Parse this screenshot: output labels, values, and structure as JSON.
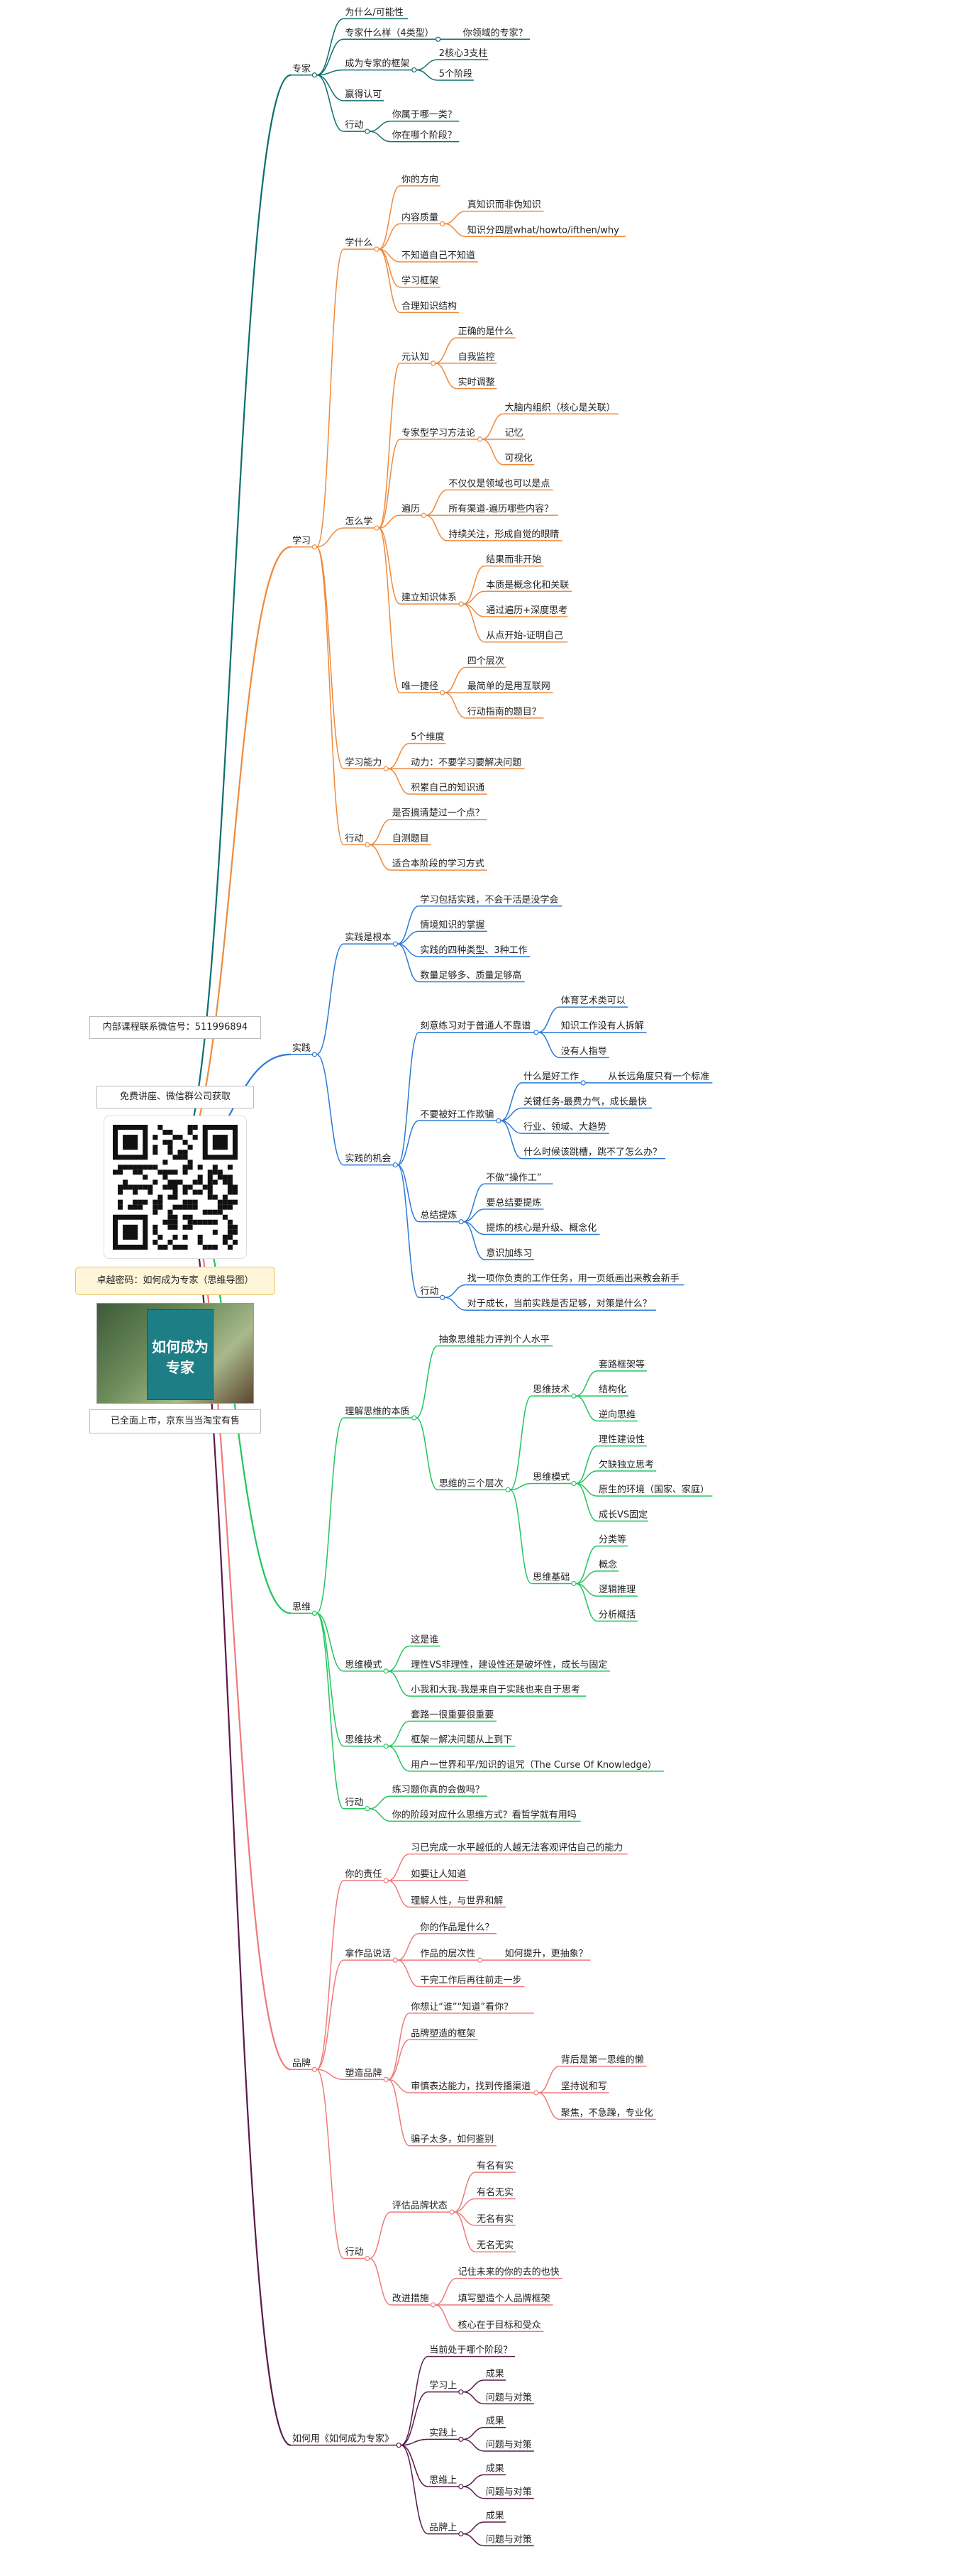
{
  "promo": {
    "contact": "内部课程联系微信号：511996894",
    "free_info": "免费讲座、微信群公司获取",
    "password": "卓越密码：如何成为专家（思维导图）",
    "sale": "已全面上市，京东当当淘宝有售",
    "book_title": "如何成为专家"
  },
  "colors": {
    "expert": "#0e6e6e",
    "learn": "#ef8a3c",
    "practice": "#2a7ad6",
    "think": "#22c55e",
    "brand": "#ef7a7a",
    "howto": "#5a1a4a"
  },
  "branches": [
    {
      "key": "expert",
      "label": "专家",
      "children": [
        {
          "label": "为什么/可能性"
        },
        {
          "label": "专家什么样（4类型）",
          "children": [
            {
              "label": "你领域的专家？"
            }
          ]
        },
        {
          "label": "成为专家的框架",
          "children": [
            {
              "label": "2核心3支柱"
            },
            {
              "label": "5个阶段"
            }
          ]
        },
        {
          "label": "赢得认可"
        },
        {
          "label": "行动",
          "children": [
            {
              "label": "你属于哪一类？"
            },
            {
              "label": "你在哪个阶段？"
            }
          ]
        }
      ]
    },
    {
      "key": "learn",
      "label": "学习",
      "children": [
        {
          "label": "学什么",
          "children": [
            {
              "label": "你的方向"
            },
            {
              "label": "内容质量",
              "children": [
                {
                  "label": "真知识而非伪知识"
                },
                {
                  "label": "知识分四层what/howto/ifthen/why"
                }
              ]
            },
            {
              "label": "不知道自己不知道"
            },
            {
              "label": "学习框架"
            },
            {
              "label": "合理知识结构"
            }
          ]
        },
        {
          "label": "怎么学",
          "children": [
            {
              "label": "元认知",
              "children": [
                {
                  "label": "正确的是什么"
                },
                {
                  "label": "自我监控"
                },
                {
                  "label": "实时调整"
                }
              ]
            },
            {
              "label": "专家型学习方法论",
              "children": [
                {
                  "label": "大脑内组织（核心是关联）"
                },
                {
                  "label": "记忆"
                },
                {
                  "label": "可视化"
                }
              ]
            },
            {
              "label": "遍历",
              "children": [
                {
                  "label": "不仅仅是领域也可以是点"
                },
                {
                  "label": "所有渠道-遍历哪些内容？"
                },
                {
                  "label": "持续关注，形成自觉的眼睛"
                }
              ]
            },
            {
              "label": "建立知识体系",
              "children": [
                {
                  "label": "结果而非开始"
                },
                {
                  "label": "本质是概念化和关联"
                },
                {
                  "label": "通过遍历+深度思考"
                },
                {
                  "label": "从点开始-证明自己"
                }
              ]
            },
            {
              "label": "唯一捷径",
              "children": [
                {
                  "label": "四个层次"
                },
                {
                  "label": "最简单的是用互联网"
                },
                {
                  "label": "行动指南的题目？"
                }
              ]
            }
          ]
        },
        {
          "label": "学习能力",
          "children": [
            {
              "label": "5个维度"
            },
            {
              "label": "动力：不要学习要解决问题"
            },
            {
              "label": "积累自己的知识通"
            }
          ]
        },
        {
          "label": "行动",
          "children": [
            {
              "label": "是否搞清楚过一个点？"
            },
            {
              "label": "自测题目"
            },
            {
              "label": "适合本阶段的学习方式"
            }
          ]
        }
      ]
    },
    {
      "key": "practice",
      "label": "实践",
      "children": [
        {
          "label": "实践是根本",
          "children": [
            {
              "label": "学习包括实践，不会干活是没学会"
            },
            {
              "label": "情境知识的掌握"
            },
            {
              "label": "实践的四种类型、3种工作"
            },
            {
              "label": "数量足够多、质量足够高"
            }
          ]
        },
        {
          "label": "实践的机会",
          "children": [
            {
              "label": "刻意练习对于普通人不靠谱",
              "children": [
                {
                  "label": "体育艺术类可以"
                },
                {
                  "label": "知识工作没有人拆解"
                },
                {
                  "label": "没有人指导"
                }
              ]
            },
            {
              "label": "不要被好工作欺骗",
              "children": [
                {
                  "label": "什么是好工作",
                  "children": [
                    {
                      "label": "从长远角度只有一个标准"
                    }
                  ]
                },
                {
                  "label": "关键任务-最费力气，成长最快"
                },
                {
                  "label": "行业、领域、大趋势"
                },
                {
                  "label": "什么时候该跳槽，跳不了怎么办？"
                }
              ]
            },
            {
              "label": "总结提炼",
              "children": [
                {
                  "label": "不做“操作工”"
                },
                {
                  "label": "要总结要提炼"
                },
                {
                  "label": "提炼的核心是升级、概念化"
                },
                {
                  "label": "意识加练习"
                }
              ]
            },
            {
              "label": "行动",
              "children": [
                {
                  "label": "找一项你负责的工作任务，用一页纸画出来教会新手"
                },
                {
                  "label": "对于成长，当前实践是否足够，对策是什么？"
                }
              ]
            }
          ]
        }
      ]
    },
    {
      "key": "think",
      "label": "思维",
      "children": [
        {
          "label": "理解思维的本质",
          "children": [
            {
              "label": "抽象思维能力评判个人水平"
            },
            {
              "label": "思维的三个层次",
              "children": [
                {
                  "label": "思维技术",
                  "children": [
                    {
                      "label": "套路框架等"
                    },
                    {
                      "label": "结构化"
                    },
                    {
                      "label": "逆向思维"
                    }
                  ]
                },
                {
                  "label": "思维模式",
                  "children": [
                    {
                      "label": "理性建设性"
                    },
                    {
                      "label": "欠缺独立思考"
                    },
                    {
                      "label": "原生的环境（国家、家庭）"
                    },
                    {
                      "label": "成长VS固定"
                    }
                  ]
                },
                {
                  "label": "思维基础",
                  "children": [
                    {
                      "label": "分类等"
                    },
                    {
                      "label": "概念"
                    },
                    {
                      "label": "逻辑推理"
                    },
                    {
                      "label": "分析概括"
                    }
                  ]
                }
              ]
            }
          ]
        },
        {
          "label": "思维模式",
          "children": [
            {
              "label": "这是谁"
            },
            {
              "label": "理性VS非理性，建设性还是破坏性，成长与固定"
            },
            {
              "label": "小我和大我-我是来自于实践也来自于思考"
            }
          ]
        },
        {
          "label": "思维技术",
          "children": [
            {
              "label": "套路一很重要很重要"
            },
            {
              "label": "框架一解决问题从上到下"
            },
            {
              "label": "用户一世界和平/知识的诅咒（The Curse Of Knowledge）"
            }
          ]
        },
        {
          "label": "行动",
          "children": [
            {
              "label": "练习题你真的会做吗？"
            },
            {
              "label": "你的阶段对应什么思维方式？看哲学就有用吗"
            }
          ]
        }
      ]
    },
    {
      "key": "brand",
      "label": "品牌",
      "children": [
        {
          "label": "你的责任",
          "children": [
            {
              "label": "习已完成一水平越低的人越无法客观评估自己的能力"
            },
            {
              "label": "如要让人知道"
            },
            {
              "label": "理解人性，与世界和解"
            }
          ]
        },
        {
          "label": "拿作品说话",
          "children": [
            {
              "label": "你的作品是什么？"
            },
            {
              "label": "作品的层次性",
              "children": [
                {
                  "label": "如何提升，更抽象？"
                }
              ]
            },
            {
              "label": "干完工作后再往前走一步"
            }
          ]
        },
        {
          "label": "塑造品牌",
          "children": [
            {
              "label": "你想让“谁”“知道”看你？"
            },
            {
              "label": "品牌塑造的框架"
            },
            {
              "label": "审慎表达能力，找到传播渠道",
              "children": [
                {
                  "label": "背后是第一思维的懒"
                },
                {
                  "label": "坚持说和写"
                },
                {
                  "label": "聚焦，不急躁，专业化"
                }
              ]
            },
            {
              "label": "骗子太多，如何鉴别"
            }
          ]
        },
        {
          "label": "行动",
          "children": [
            {
              "label": "评估品牌状态",
              "children": [
                {
                  "label": "有名有实"
                },
                {
                  "label": "有名无实"
                },
                {
                  "label": "无名有实"
                },
                {
                  "label": "无名无实"
                }
              ]
            },
            {
              "label": "改进措施",
              "children": [
                {
                  "label": "记住未来的你的去的也快"
                },
                {
                  "label": "填写塑造个人品牌框架"
                },
                {
                  "label": "核心在于目标和受众"
                }
              ]
            }
          ]
        }
      ]
    },
    {
      "key": "howto",
      "label": "如何用《如何成为专家》",
      "children": [
        {
          "label": "当前处于哪个阶段？"
        },
        {
          "label": "学习上",
          "children": [
            {
              "label": "成果"
            },
            {
              "label": "问题与对策"
            }
          ]
        },
        {
          "label": "实践上",
          "children": [
            {
              "label": "成果"
            },
            {
              "label": "问题与对策"
            }
          ]
        },
        {
          "label": "思维上",
          "children": [
            {
              "label": "成果"
            },
            {
              "label": "问题与对策"
            }
          ]
        },
        {
          "label": "品牌上",
          "children": [
            {
              "label": "成果"
            },
            {
              "label": "问题与对策"
            }
          ]
        }
      ]
    }
  ]
}
